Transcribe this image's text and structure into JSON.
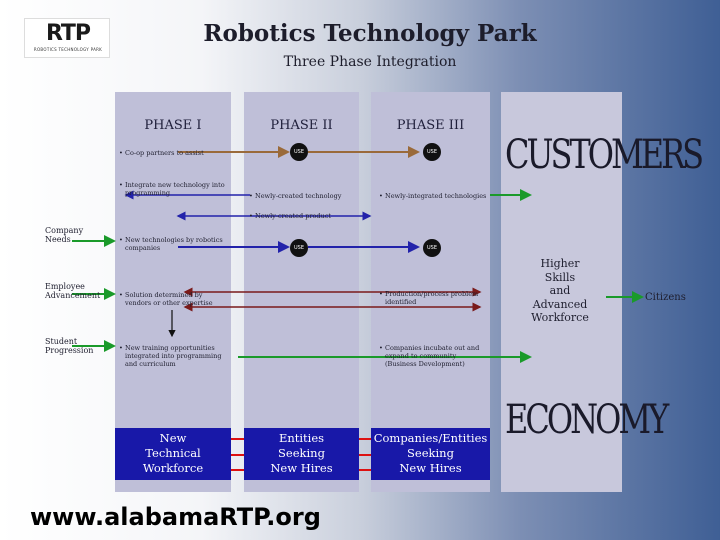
{
  "logo": {
    "mark": "RTP",
    "sub": "ROBOTICS TECHNOLOGY PARK"
  },
  "header": {
    "title": "Robotics Technology Park",
    "subtitle": "Three Phase Integration"
  },
  "phases": [
    "PHASE I",
    "PHASE II",
    "PHASE III"
  ],
  "phase1_notes": [
    "Co-op partners to assist",
    "Integrate new technology into programming",
    "New technologies by robotics companies",
    "Solution determined by vendors or other expertise",
    "New training opportunities integrated into programming and curriculum"
  ],
  "phase2_notes": [
    "Newly-created technology",
    "Newly-created product"
  ],
  "phase3_notes": [
    "Newly-integrated technologies",
    "Production/process problem identified",
    "Companies incubate out and expand to community (Business Development)"
  ],
  "use_label": "USE",
  "side_labels": {
    "company_needs": "Company Needs",
    "employee_advancement": "Employee Advancement",
    "student_progression": "Student Progression"
  },
  "right": {
    "customers": "CUSTOMERS",
    "higher": [
      "Higher",
      "Skills",
      "and",
      "Advanced",
      "Workforce"
    ],
    "citizens": "Citizens",
    "economy": "ECONOMY"
  },
  "bottom": {
    "box1": [
      "New",
      "Technical",
      "Workforce"
    ],
    "box2": [
      "Entities",
      "Seeking",
      "New Hires"
    ],
    "box3": [
      "Companies/Entities",
      "Seeking",
      "New Hires"
    ]
  },
  "footer_url": "www.alabamaRTP.org",
  "colors": {
    "brown_arrow": "#9a6a3a",
    "blue_arrow": "#2222aa",
    "green_arrow": "#1a9a2a",
    "darkred_arrow": "#7a1a1a",
    "red_arrow": "#dd1111",
    "box_blue": "#1818a8"
  }
}
